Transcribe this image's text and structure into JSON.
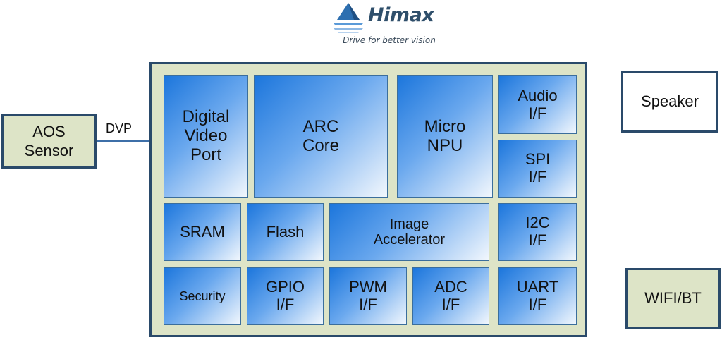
{
  "logo": {
    "brand": "Himax",
    "tagline": "Drive for better vision"
  },
  "external": {
    "sensor": {
      "line1": "AOS",
      "line2": "Sensor"
    },
    "speaker": "Speaker",
    "wifi": "WIFI/BT"
  },
  "link_label": "DVP",
  "blocks": {
    "dvp": {
      "line1": "Digital",
      "line2": "Video",
      "line3": "Port"
    },
    "arc": {
      "line1": "ARC",
      "line2": "Core"
    },
    "npu": {
      "line1": "Micro",
      "line2": "NPU"
    },
    "audio": {
      "line1": "Audio",
      "line2": "I/F"
    },
    "spi": {
      "line1": "SPI",
      "line2": "I/F"
    },
    "sram": "SRAM",
    "flash": "Flash",
    "img": {
      "line1": "Image",
      "line2": "Accelerator"
    },
    "i2c": {
      "line1": "I2C",
      "line2": "I/F"
    },
    "security": "Security",
    "gpio": {
      "line1": "GPIO",
      "line2": "I/F"
    },
    "pwm": {
      "line1": "PWM",
      "line2": "I/F"
    },
    "adc": {
      "line1": "ADC",
      "line2": "I/F"
    },
    "uart": {
      "line1": "UART",
      "line2": "I/F"
    }
  },
  "colors": {
    "chip_fill": "#dde4c7",
    "border": "#2a4a6a",
    "block_blue": "#1c76dc",
    "block_light": "#f2f7fd"
  }
}
